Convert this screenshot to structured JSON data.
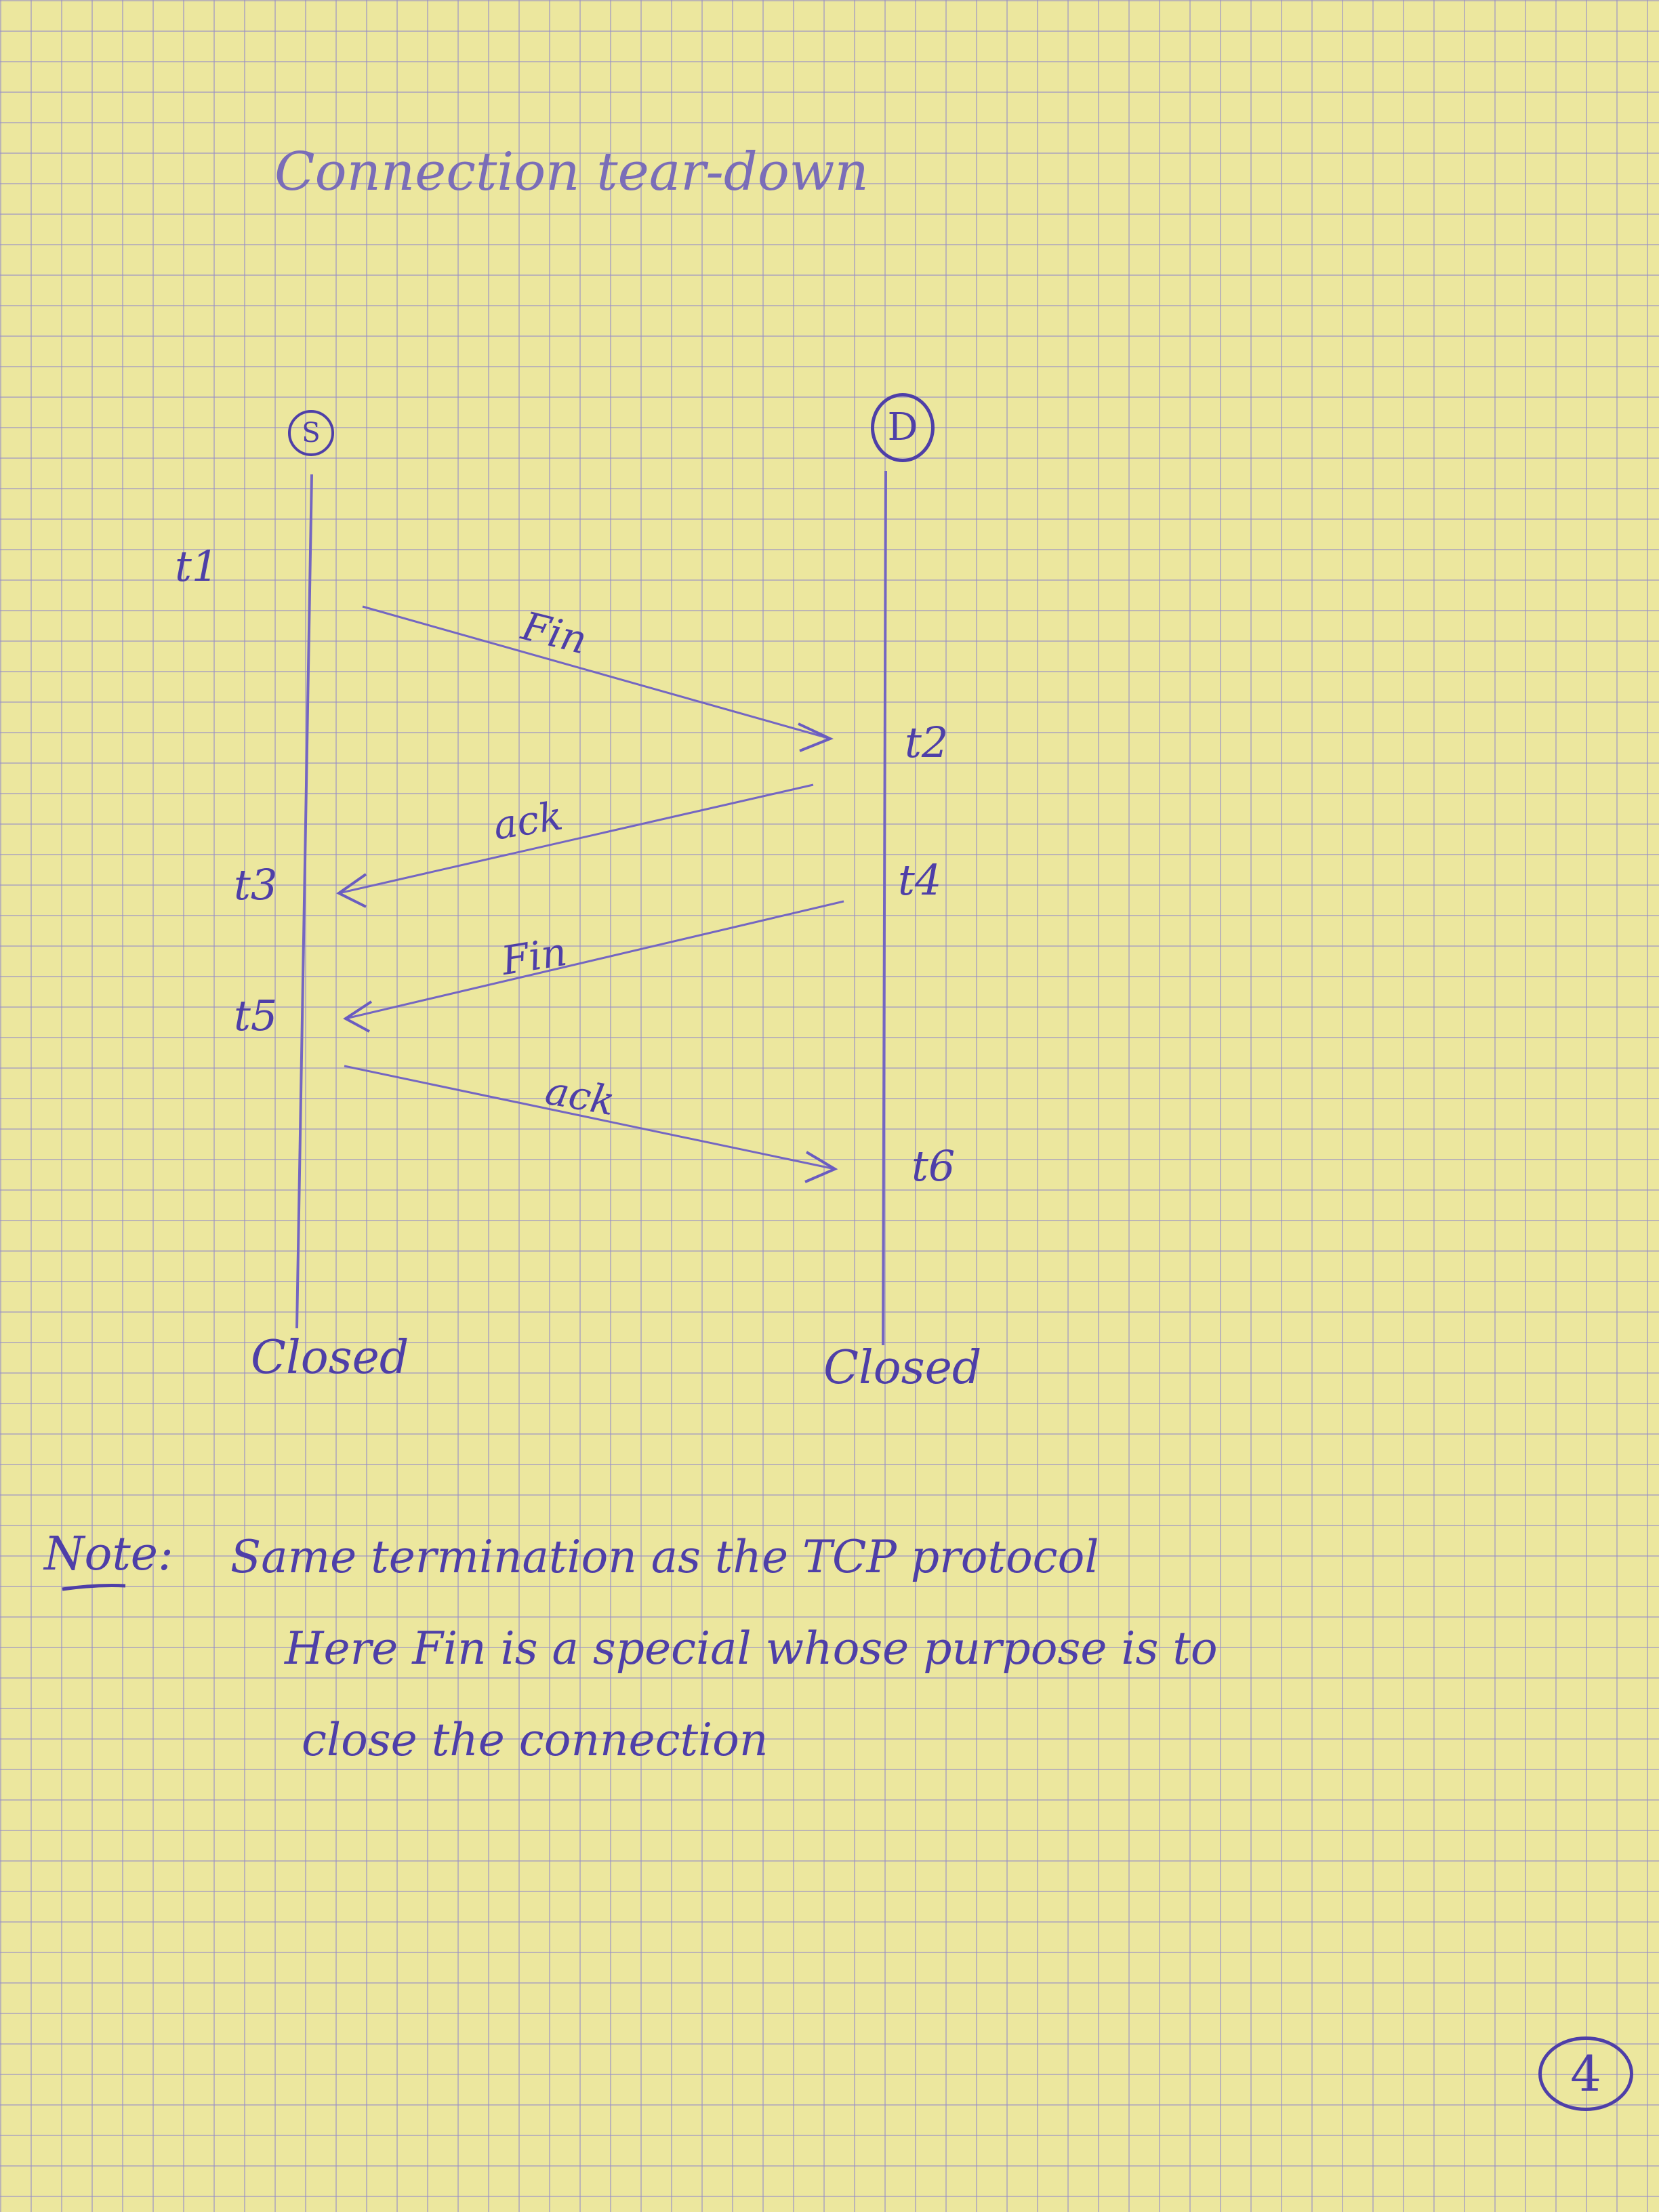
{
  "title": "Connection tear-down",
  "nodes": {
    "source": "S",
    "destination": "D"
  },
  "time_labels": {
    "t1": "t1",
    "t2": "t2",
    "t3": "t3",
    "t4": "t4",
    "t5": "t5",
    "t6": "t6"
  },
  "messages": [
    {
      "label": "Fin",
      "from": "S",
      "to": "D"
    },
    {
      "label": "ack",
      "from": "D",
      "to": "S"
    },
    {
      "label": "Fin",
      "from": "D",
      "to": "S"
    },
    {
      "label": "ack",
      "from": "S",
      "to": "D"
    }
  ],
  "end_states": {
    "source": "Closed",
    "destination": "Closed"
  },
  "note": {
    "heading": "Note:",
    "lines": [
      "Same termination as the TCP protocol",
      "Here Fin is a special whose purpose is to",
      "close the connection"
    ]
  },
  "page_number": "4",
  "colors": {
    "ink": "#4e3fa8",
    "paper": "#ece79e",
    "grid": "#968cc8"
  }
}
